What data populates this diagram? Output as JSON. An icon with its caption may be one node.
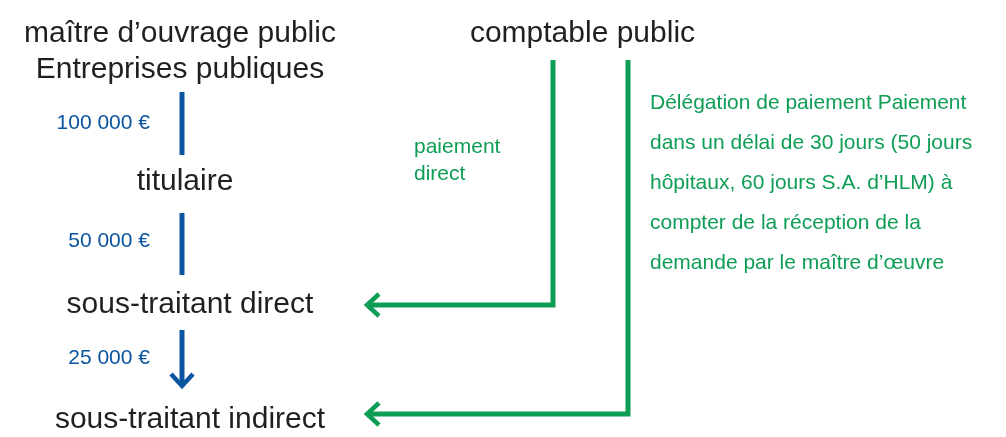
{
  "diagram": {
    "nodes": [
      {
        "text": [
          "maître d’ouvrage public",
          "Entreprises publiques"
        ]
      },
      {
        "text": [
          "comptable public"
        ]
      },
      {
        "text": [
          "titulaire"
        ]
      },
      {
        "text": [
          "sous-traitant direct"
        ]
      },
      {
        "text": [
          "sous-traitant indirect"
        ]
      }
    ],
    "edges": [
      {
        "from": 0,
        "to": 2,
        "arrow": "none",
        "label": "100 000 €"
      },
      {
        "from": 2,
        "to": 3,
        "arrow": "none",
        "label": "50 000 €"
      },
      {
        "from": 3,
        "to": 4,
        "arrow": "to",
        "label": "25 000 €"
      },
      {
        "from": 1,
        "to": 3,
        "arrow": "to",
        "label": "paiement direct",
        "color": "#0e9d55"
      },
      {
        "from": 1,
        "to": 4,
        "arrow": "to",
        "label": "Délégation de paiement Paiement dans un délai de 30 jours (50 jours hôpitaux, 60 jours S.A. d’HLM) à compter de la réception de la demande par le maître d’œuvre",
        "color": "#0e9d55"
      }
    ]
  }
}
